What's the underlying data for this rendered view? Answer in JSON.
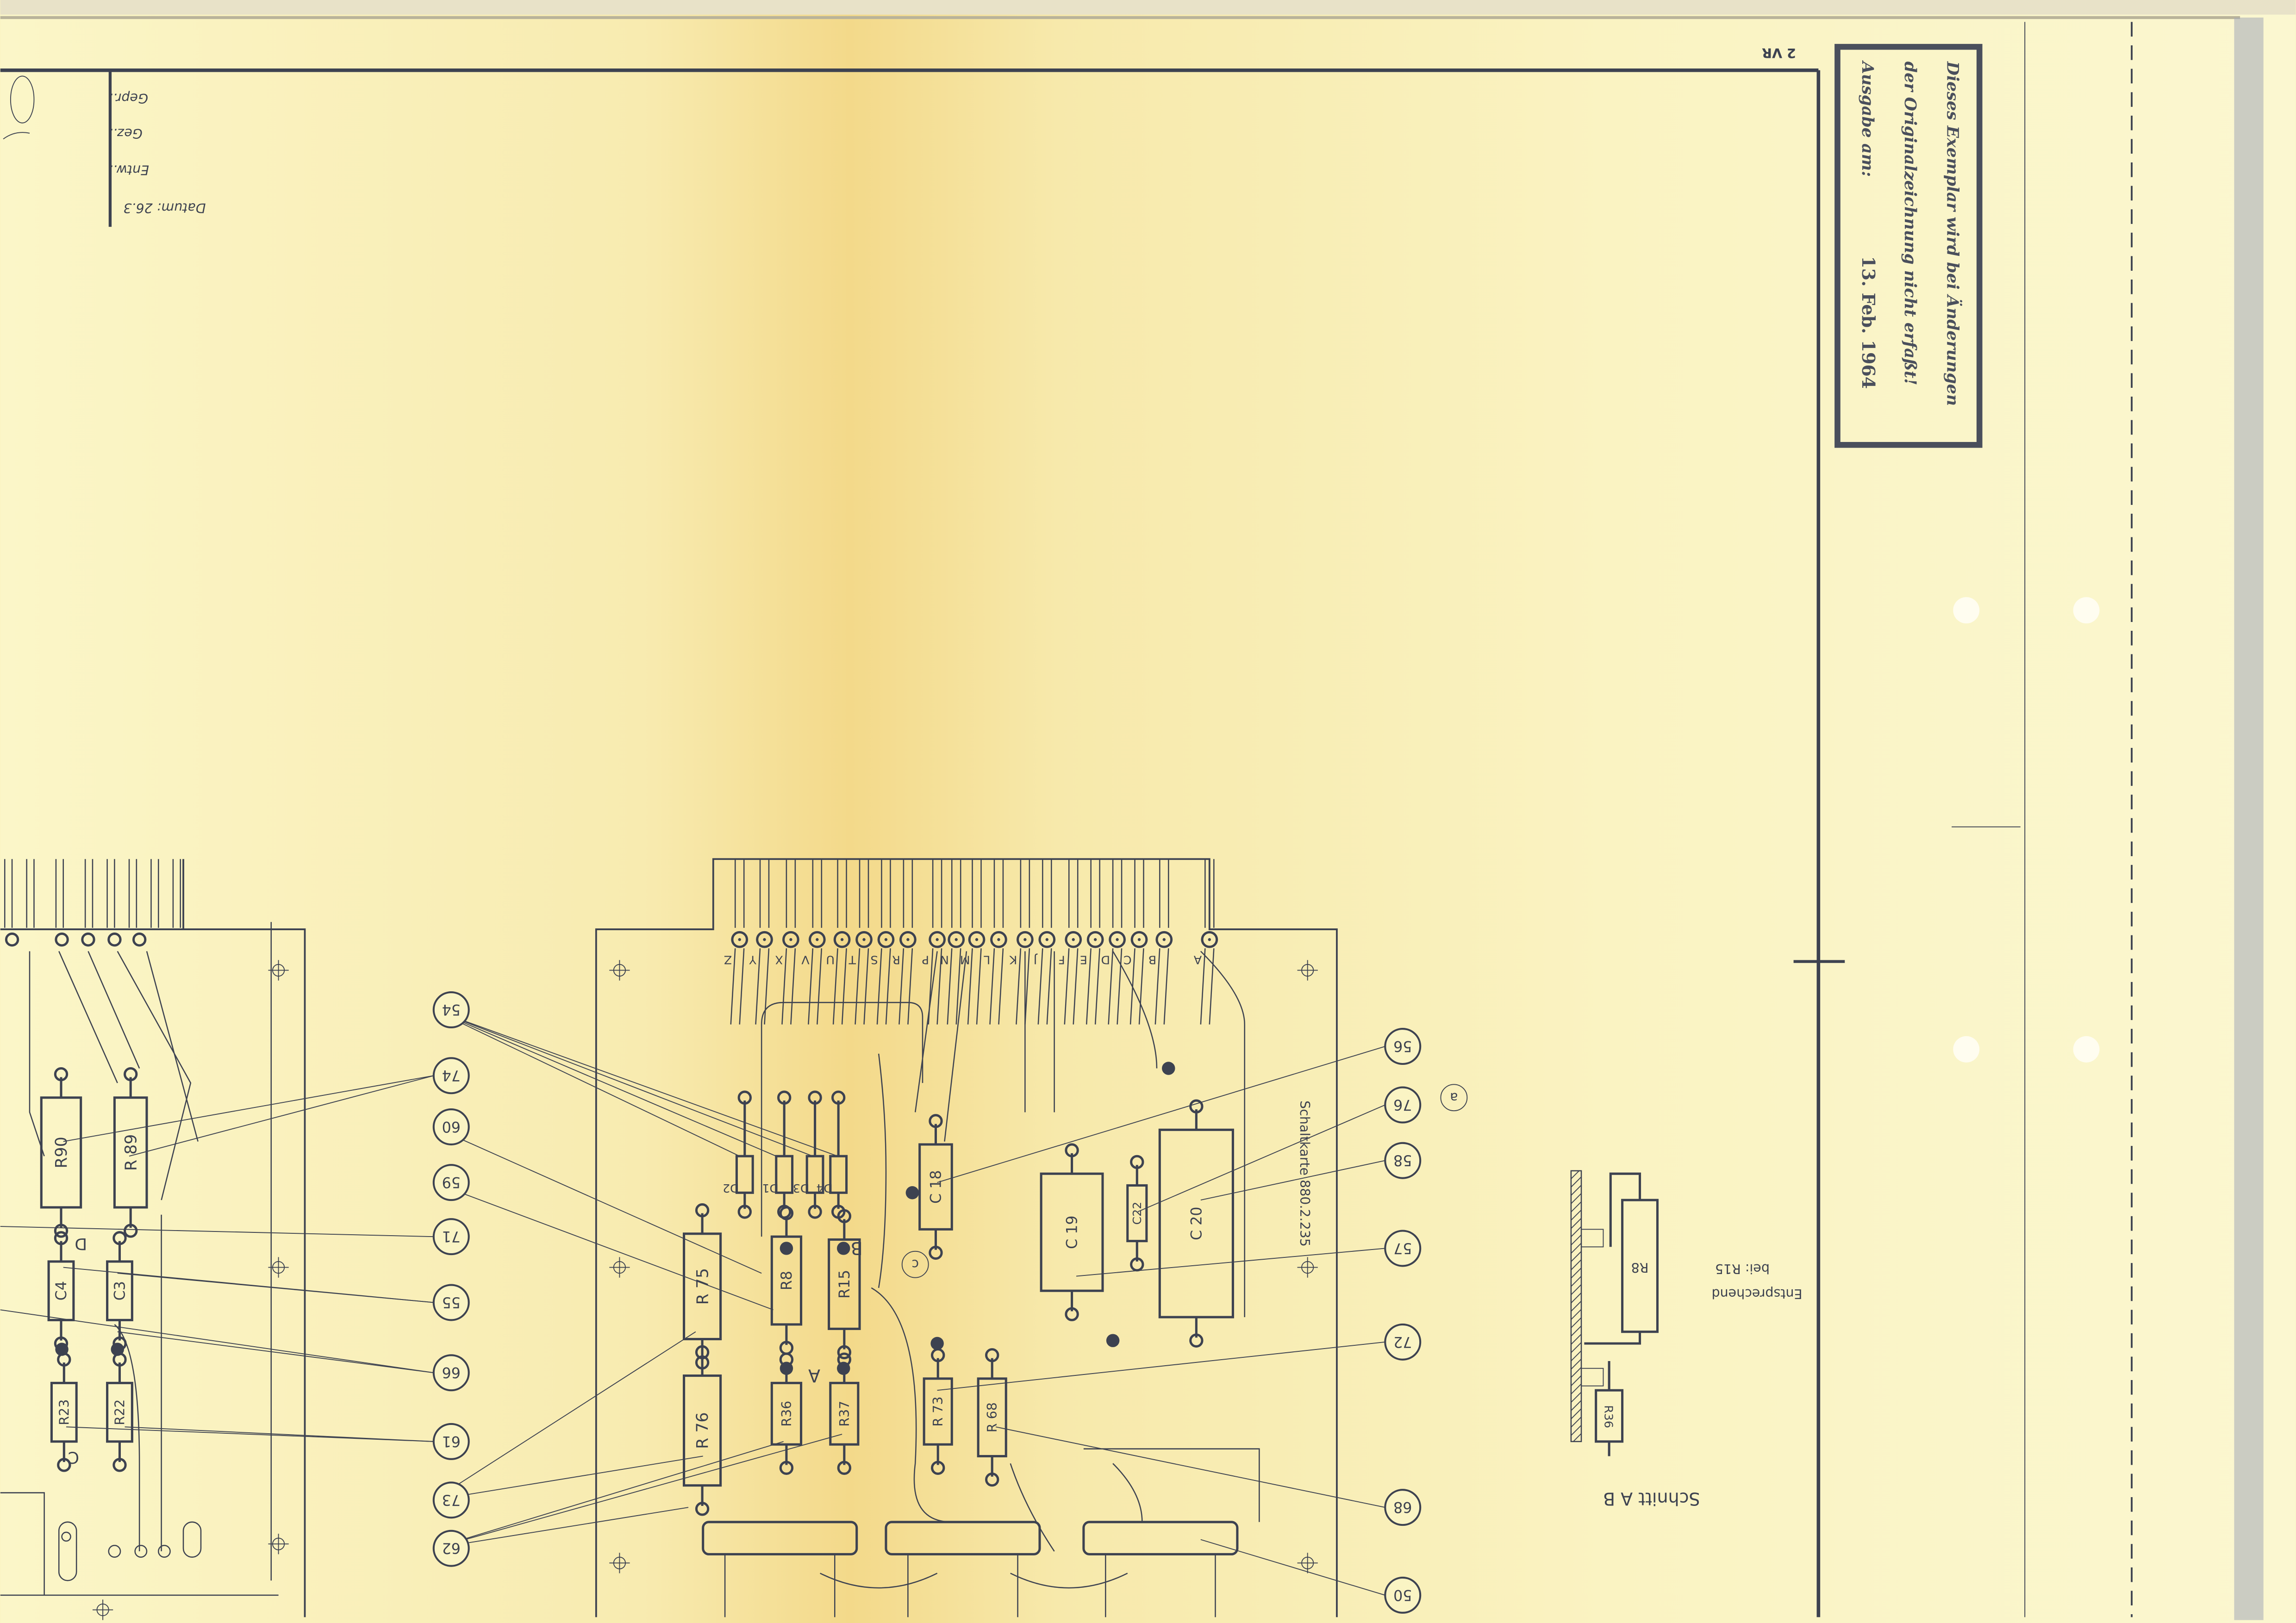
{
  "sheet_mark": "2 VR",
  "title_block": {
    "checked": "Gepr.:",
    "drawn": "Gez.:",
    "designed": "Entw.:",
    "date": "Datum: 26.3"
  },
  "stamp": {
    "line1": "Dieses Exemplar wird bei Änderungen",
    "line2": "der Originalzeichnung nicht erfaßt!",
    "line3": "Ausgabe am:",
    "date": "13. Feb. 1964"
  },
  "board_name": "Schaltkarte 880.2.235",
  "connector_pins": [
    "A",
    "B",
    "C",
    "D",
    "E",
    "F",
    "J",
    "K",
    "L",
    "M",
    "N",
    "P",
    "R",
    "S",
    "T",
    "U",
    "V",
    "X",
    "Y",
    "Z"
  ],
  "components_middle": {
    "R75": "R 75",
    "R76": "R 76",
    "R8": "R8",
    "R15": "R15",
    "R36": "R36",
    "R37": "R37",
    "D2": "D2",
    "D1": "D1",
    "D3": "D3",
    "D4": "D4",
    "C18": "C 18",
    "R73": "R 73",
    "R68": "R 68",
    "C19": "C 19",
    "C22": "C22",
    "C20": "C 20"
  },
  "components_left": {
    "R90": "R90",
    "R89": "R 89",
    "C4": "C4",
    "C3": "C3",
    "R23": "R23",
    "R22": "R22"
  },
  "section_marks": {
    "A": "A",
    "B": "B",
    "C": "C",
    "D": "D",
    "c_circle": "c",
    "a_circle": "a"
  },
  "callouts_left": [
    "54",
    "74",
    "60",
    "59",
    "71",
    "55",
    "66",
    "61",
    "73",
    "62"
  ],
  "callouts_right": [
    "56",
    "76",
    "58",
    "57",
    "72",
    "68",
    "50"
  ],
  "section_view": {
    "title": "Schnitt A B",
    "note1": "Entsprechend",
    "note2": "bei: R15",
    "R8": "R8",
    "R36": "R36"
  }
}
